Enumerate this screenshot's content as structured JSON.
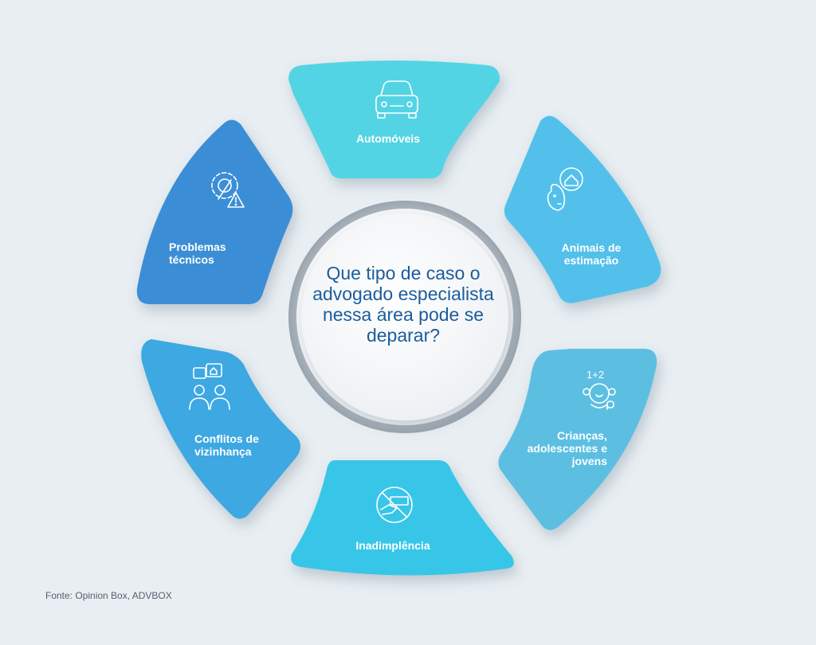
{
  "center": {
    "question": "Que tipo de caso o advogado especialista nessa área pode se deparar?"
  },
  "segments": [
    {
      "label": "Automóveis",
      "color": "#52d4e4",
      "icon": "car-icon"
    },
    {
      "label": "Animais de estimação",
      "color": "#52c0ec",
      "icon": "pet-home-icon"
    },
    {
      "label": "Crianças, adolescentes e jovens",
      "color": "#5cbfe2",
      "icon": "child-math-icon"
    },
    {
      "label": "Inadimplência",
      "color": "#37c6e8",
      "icon": "no-payment-icon"
    },
    {
      "label": "Conflitos de vizinhança",
      "color": "#3da8e2",
      "icon": "neighbors-icon"
    },
    {
      "label": "Problemas técnicos",
      "color": "#3b8ed6",
      "icon": "gear-warning-icon"
    }
  ],
  "source": "Fonte: Opinion Box, ADVBOX"
}
